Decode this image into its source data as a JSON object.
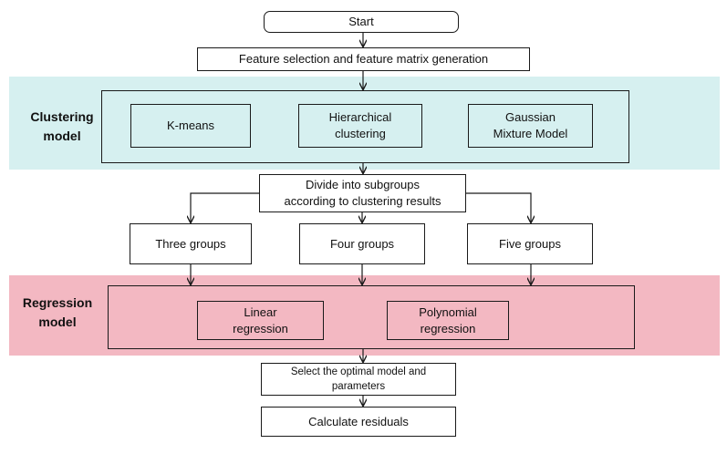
{
  "start": "Start",
  "feature": "Feature selection and feature matrix generation",
  "clustering": {
    "title": "Clustering\nmodel",
    "methods": [
      "K-means",
      "Hierarchical\nclustering",
      "Gaussian\nMixture Model"
    ],
    "color": "#d6f0f0"
  },
  "divide": "Divide into subgroups\naccording to clustering results",
  "groups": [
    "Three groups",
    "Four groups",
    "Five groups"
  ],
  "regression": {
    "title": "Regression\nmodel",
    "methods": [
      "Linear\nregression",
      "Polynomial\nregression"
    ],
    "color": "#f3b8c2"
  },
  "select": "Select the optimal model and\nparameters",
  "residuals": "Calculate residuals"
}
